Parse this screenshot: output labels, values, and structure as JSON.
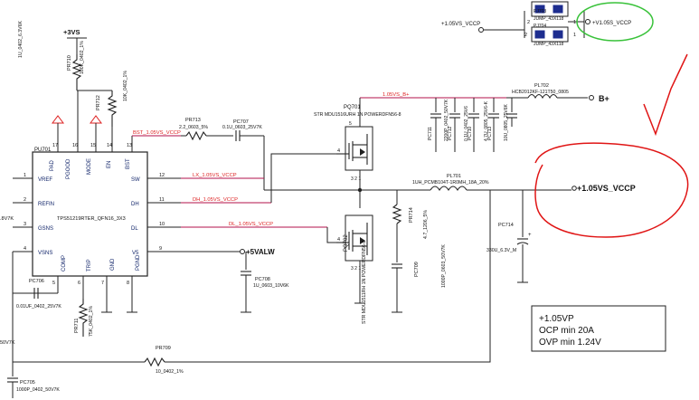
{
  "ic": {
    "ref": "PU701",
    "part": "TPS51219RTER_QFN16_3X3",
    "pins_left": [
      {
        "name": "VREF",
        "num": "1"
      },
      {
        "name": "REFIN",
        "num": "2"
      },
      {
        "name": "GSNS",
        "num": "3"
      },
      {
        "name": "VSNS",
        "num": "4"
      }
    ],
    "pins_top": [
      {
        "name": "PAD",
        "num": "17"
      },
      {
        "name": "PGOOD",
        "num": "16"
      },
      {
        "name": "MODE",
        "num": "15"
      },
      {
        "name": "EN",
        "num": "14"
      },
      {
        "name": "BST",
        "num": "13"
      }
    ],
    "pins_right": [
      {
        "name": "SW",
        "num": "12"
      },
      {
        "name": "DH",
        "num": "11"
      },
      {
        "name": "DL",
        "num": "10"
      },
      {
        "name": "V5",
        "num": "9"
      }
    ],
    "pins_bottom": [
      {
        "name": "COMP",
        "num": "5"
      },
      {
        "name": "TRIP",
        "num": "6"
      },
      {
        "name": "GND",
        "num": "7"
      },
      {
        "name": "PGND",
        "num": "8"
      }
    ]
  },
  "nets": {
    "bst": "BST_1.05VS_VCCP",
    "lx": "LX_1.05VS_VCCP",
    "dh": "DH_1.05VS_VCCP",
    "dl": "DL_1.05VS_VCCP",
    "b_plus_net": "1.05VS_B+",
    "power_3vs": "+3VS",
    "power_5valw": "+5VALW",
    "b_plus": "B+",
    "output": "+1.05VS_VCCP",
    "top_in": "+1.05VS_VCCP",
    "top_out": "+V1.05S_VCCP",
    "left_edge_1": "1U_0402_6.3V6K",
    "left_edge_2": ".8V7K",
    "left_edge_3": "50V7K"
  },
  "components": {
    "pr710": {
      "ref": "PR710",
      "val": "100K_0402_1%"
    },
    "pr712": {
      "ref": "PR712",
      "val": "10K_0402_1%"
    },
    "pr713": {
      "ref": "PR713",
      "val": "2.2_0603_5%"
    },
    "pc707": {
      "ref": "PC707",
      "val": "0.1U_0603_25V7K"
    },
    "pq701": {
      "ref": "PQ701",
      "val": "STR MDU1516URH 1N POWERDFN56-8"
    },
    "pq702": {
      "ref": "PQ702",
      "val": "STR MDU1511RH 1N POWERDFN56-8"
    },
    "pl702": {
      "ref": "PL702",
      "val": "HCB2012KF-121T50_0805"
    },
    "pl701": {
      "ref": "PL701",
      "val": "1UH_PCMB104T-1R0MH_18A_20%"
    },
    "pc711": {
      "ref": "PC711",
      "val": "2200P_0402_50V7K"
    },
    "pc712": {
      "ref": "PC712",
      "val": "0.1U_0402_25V6"
    },
    "pc710": {
      "ref": "PC710",
      "val": "4.7U_0805_25V6-K"
    },
    "pc713": {
      "ref": "PC713",
      "val": "10U_0805_25V6K"
    },
    "pr714": {
      "ref": "PR714",
      "val": "4.7_1206_5%"
    },
    "pc709": {
      "ref": "PC709",
      "val": "1000P_0603_50V7K"
    },
    "pc714": {
      "ref": "PC714",
      "val": "330U_6.3V_M"
    },
    "pc708": {
      "ref": "PC708",
      "val": "1U_0603_10V6K"
    },
    "pc706": {
      "ref": "PC706",
      "val": "0.01UF_0402_25V7K"
    },
    "pr711": {
      "ref": "PR711",
      "val": "75K_0402_1%"
    },
    "pr709": {
      "ref": "PR709",
      "val": "10_0402_1%"
    },
    "pc705": {
      "ref": "PC705",
      "val": "1000P_0402_50V7K"
    },
    "pj703": {
      "ref": "PJ703",
      "val": "JUMP_43X118"
    },
    "pj704": {
      "ref": "PJ704",
      "val": "JUMP_43X118"
    }
  },
  "notes": [
    "+1.05VP",
    "OCP min 20A",
    "OVP min 1.24V"
  ],
  "colors": {
    "wire": "#222222",
    "net_label": "#d22222",
    "annotation": "#e01515",
    "highlight": "#39c23a",
    "jumper": "#1d2d8f"
  }
}
